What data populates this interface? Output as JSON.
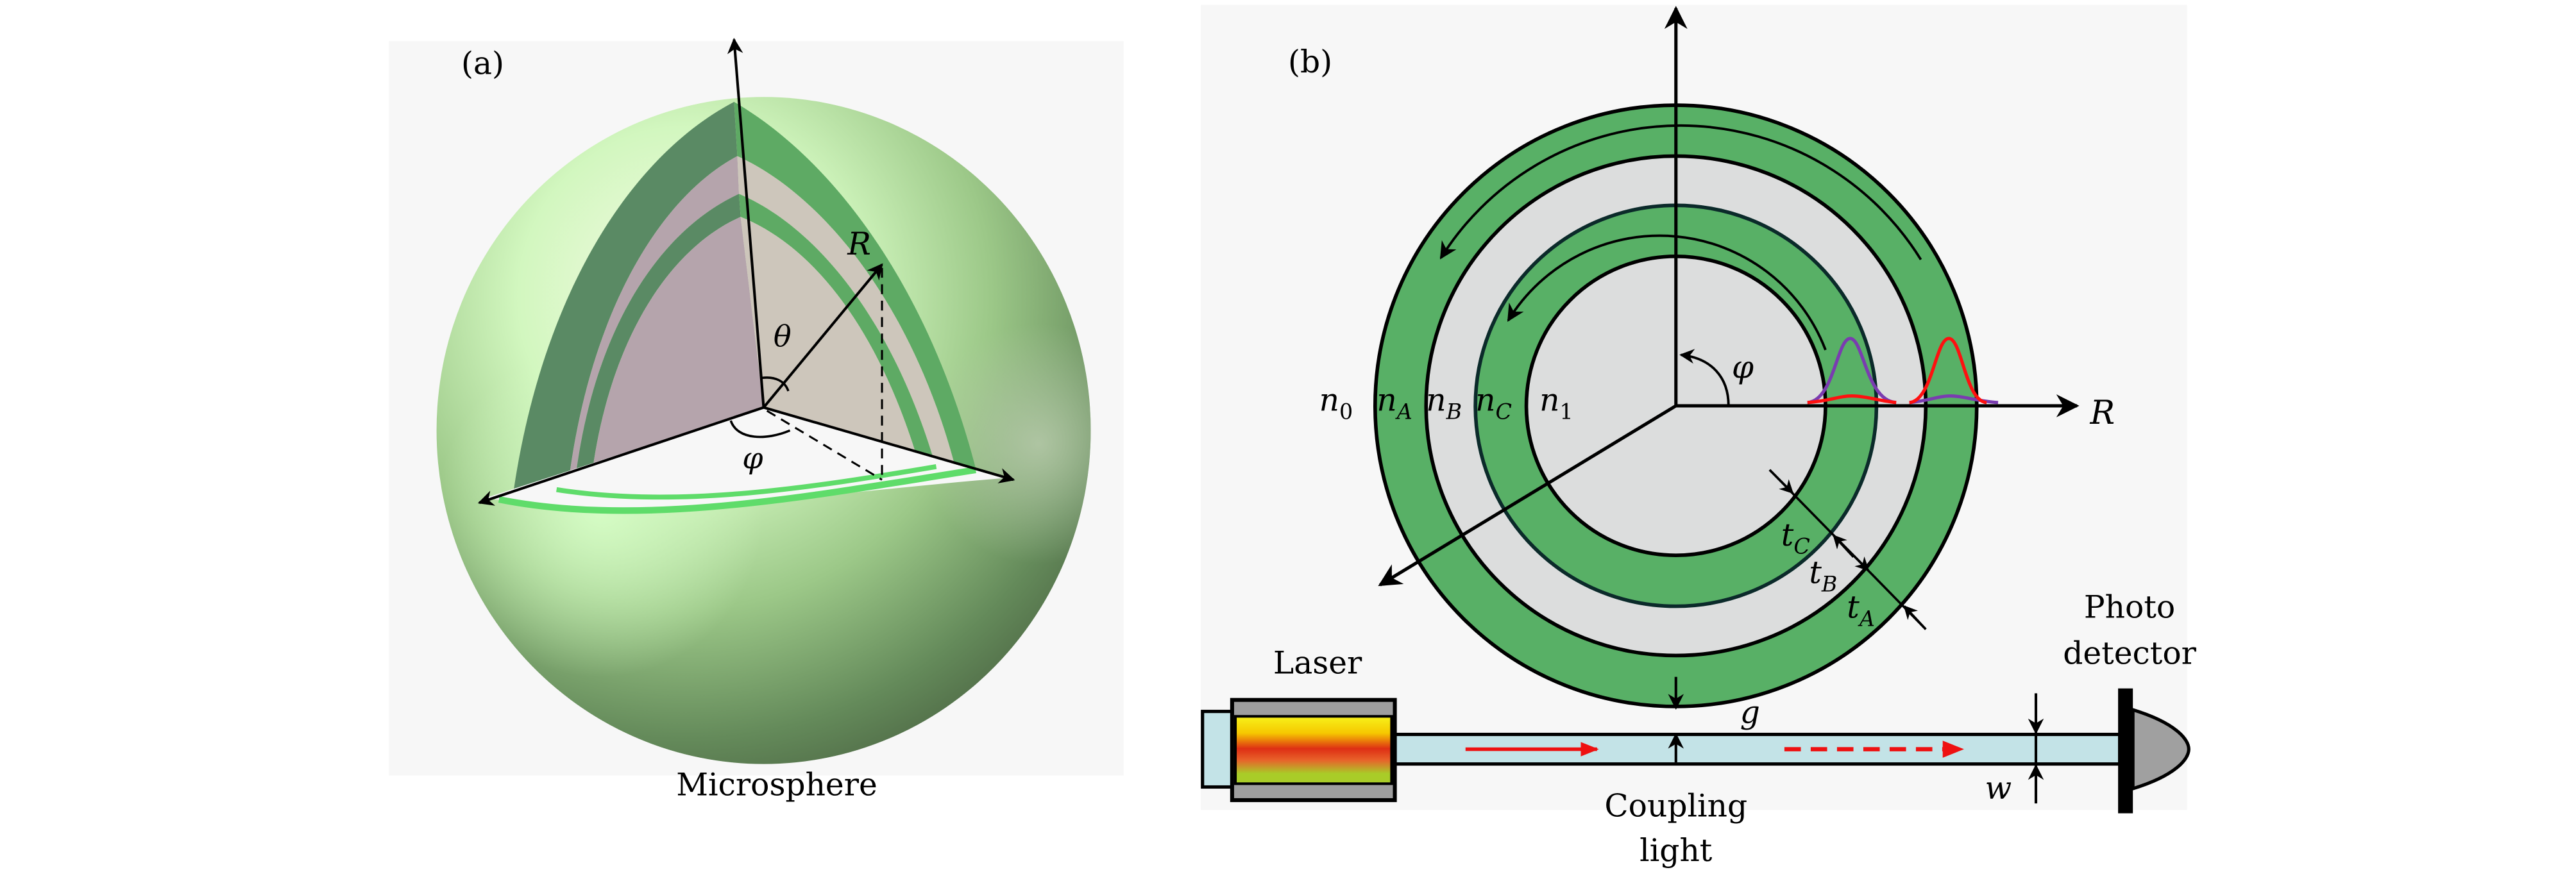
{
  "panel_a": {
    "tag": "(a)",
    "caption": "Microsphere",
    "labels": {
      "radius": "R",
      "polar_angle": "θ",
      "azimuth_angle": "φ"
    },
    "colors": {
      "background": "#f7f7f7",
      "sphere_light": "#d6fbc4",
      "sphere_dark": "#44553c",
      "cut_left": "#b5a4ac",
      "cut_right": "#cdc6bb",
      "shell_dark": "#5a8a64",
      "shell_mid": "#5eaa64",
      "shell_bright": "#5fdc6a"
    }
  },
  "panel_b": {
    "tag": "(b)",
    "axis_label": "R",
    "angle_label": "φ",
    "index_labels": [
      {
        "base": "n",
        "sub": "0"
      },
      {
        "base": "n",
        "sub": "A"
      },
      {
        "base": "n",
        "sub": "B"
      },
      {
        "base": "n",
        "sub": "C"
      },
      {
        "base": "n",
        "sub": "1"
      }
    ],
    "thickness_labels": [
      {
        "base": "t",
        "sub": "C"
      },
      {
        "base": "t",
        "sub": "B"
      },
      {
        "base": "t",
        "sub": "A"
      }
    ],
    "gap_label": "g",
    "width_label": "w",
    "laser_label": "Laser",
    "detector_label_line1": "Photo",
    "detector_label_line2": "detector",
    "coupling_label_line1": "Coupling",
    "coupling_label_line2": "light",
    "colors": {
      "background": "#f7f7f7",
      "ring_green": "#58b066",
      "ring_gray": "#dcdddd",
      "waveguide": "#c3e3e7",
      "laser_housing": "#9e9e9e",
      "pulse_red": "#ff1010",
      "pulse_purple": "#7a3cb0",
      "arrow_red": "#ee1111",
      "detector_gray": "#a0a0a0"
    }
  }
}
